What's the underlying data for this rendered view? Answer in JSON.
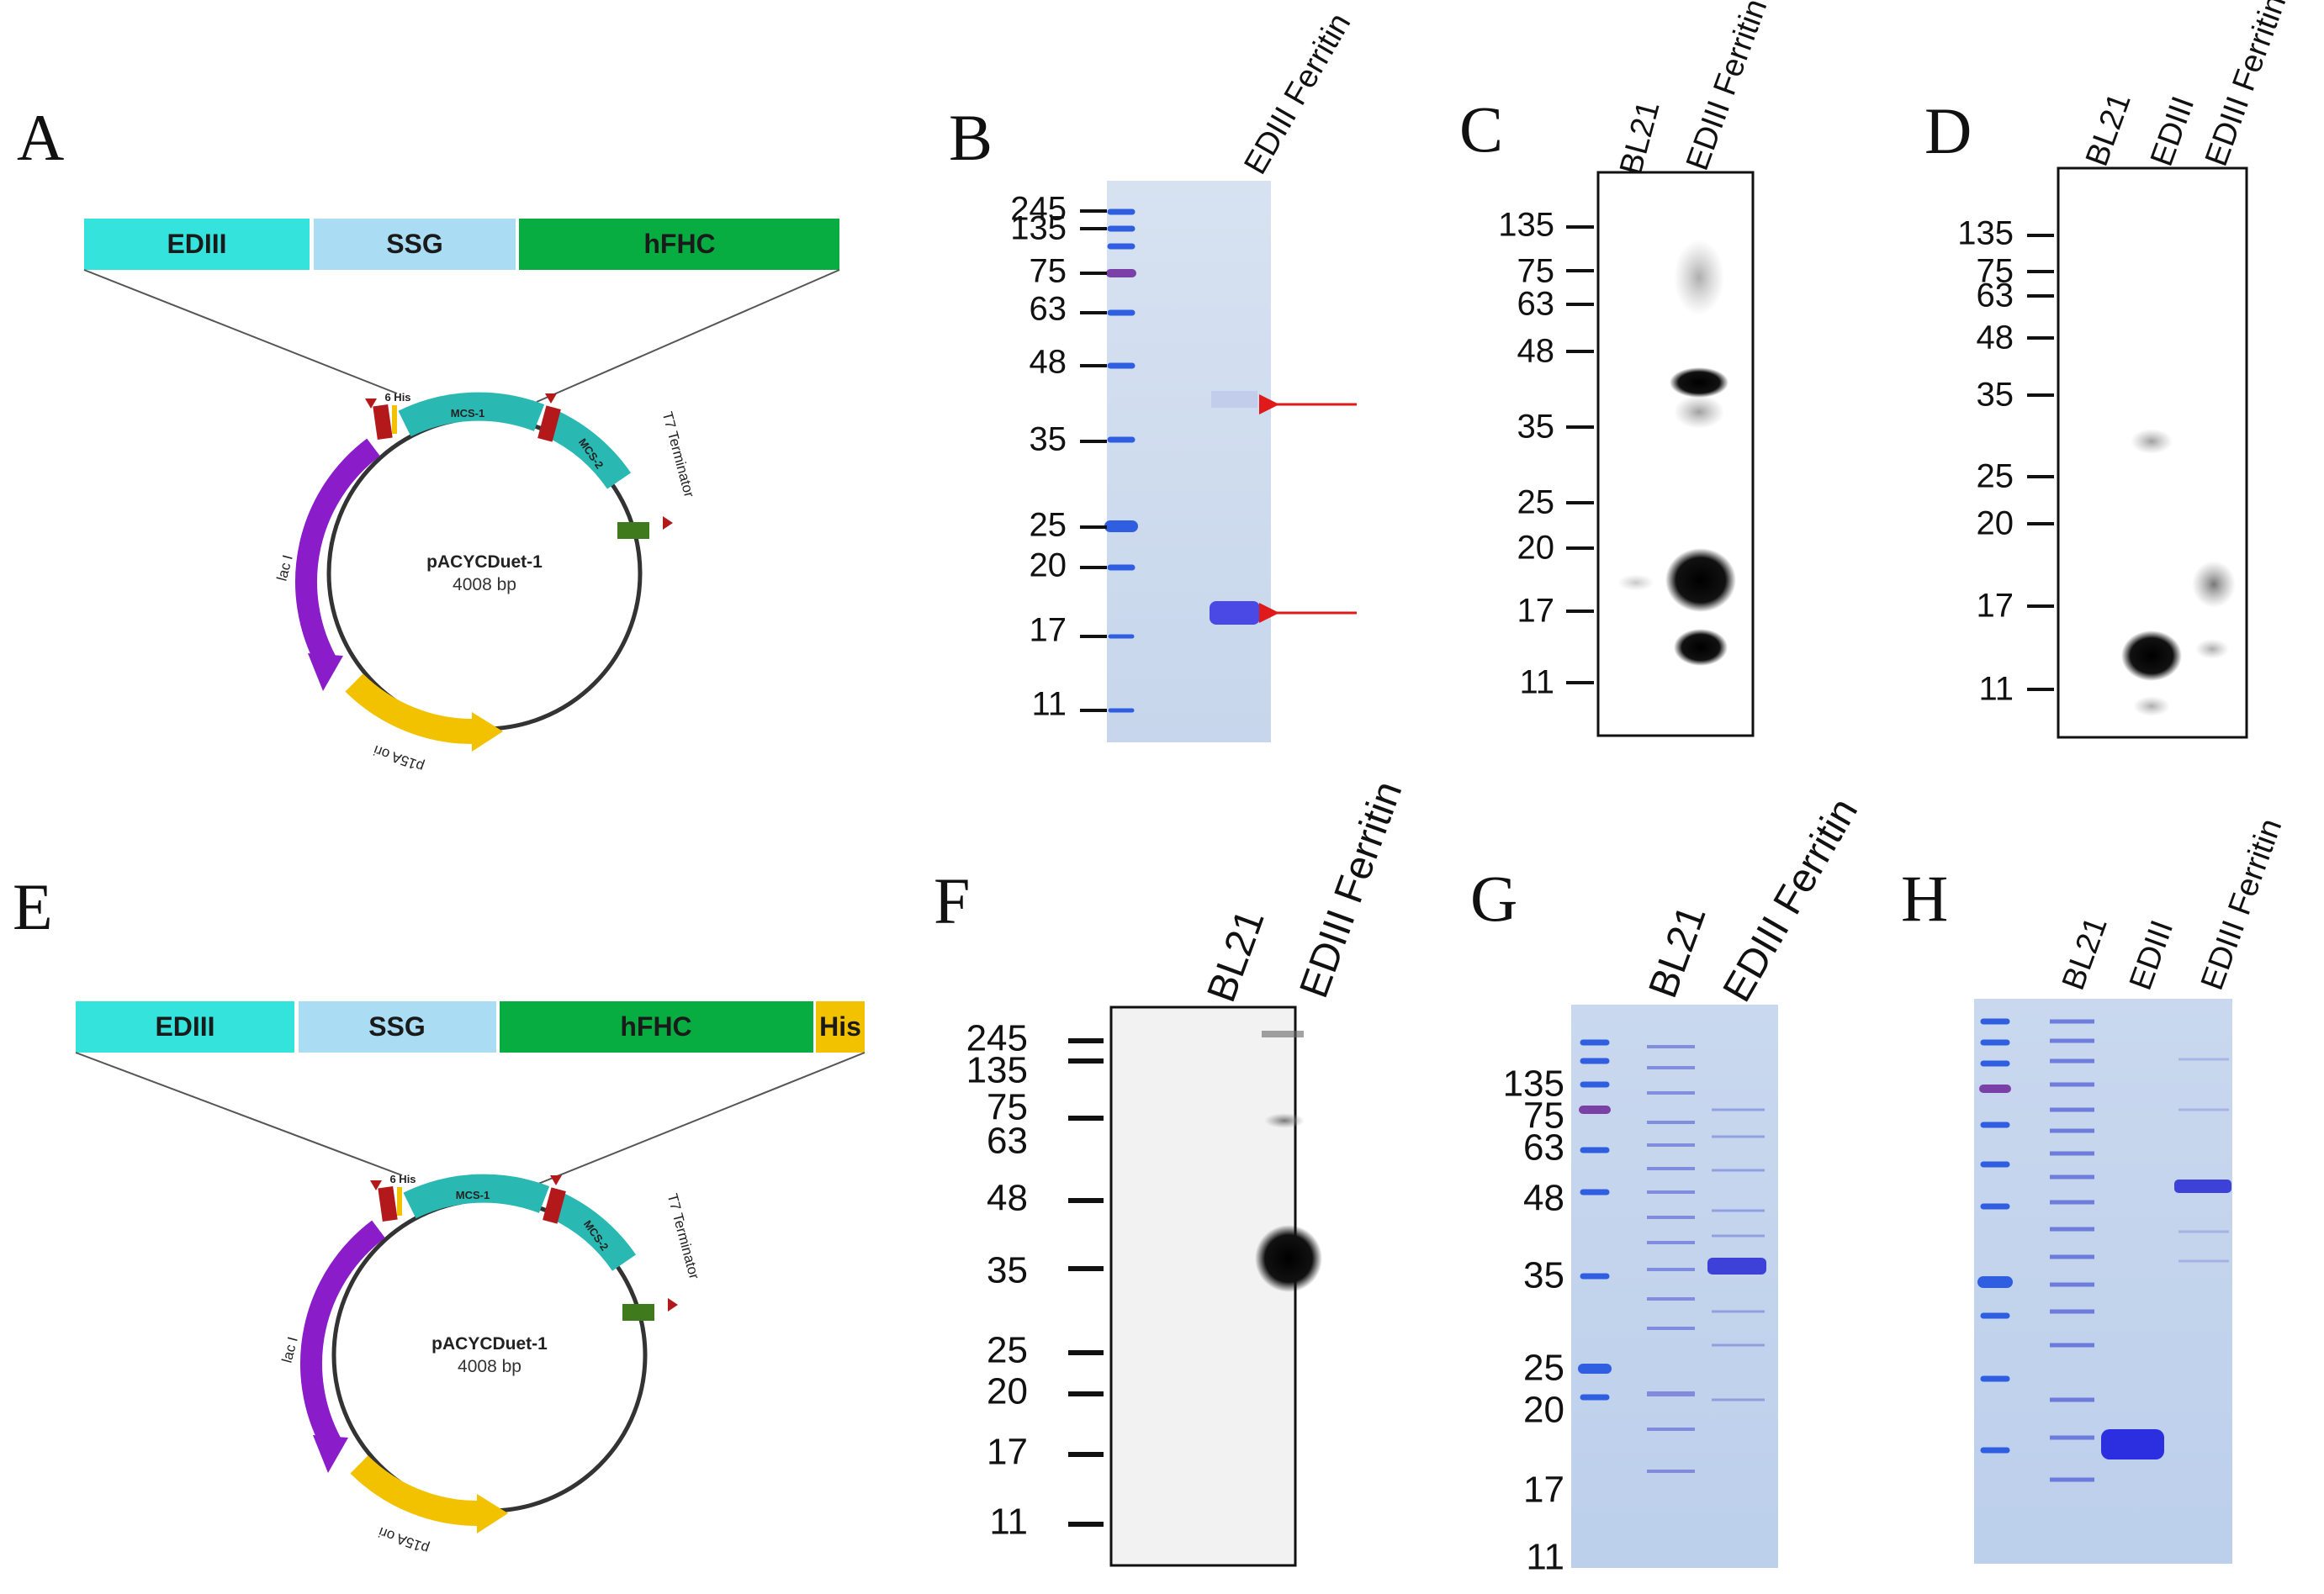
{
  "panels": {
    "A": {
      "letter": "A",
      "construct": [
        "EDIII",
        "SSG",
        "hFHC"
      ],
      "plasmid": {
        "name": "pACYCDuet-1",
        "size": "4008 bp",
        "features": {
          "mcs1": "MCS-1",
          "mcs2": "MCS-2",
          "his": "6 His",
          "laci": "lac I",
          "ori": "p15A ori",
          "t7": "T7 Terminator"
        }
      }
    },
    "B": {
      "letter": "B",
      "lanes": [
        "EDIII Ferritin"
      ],
      "markers": [
        "245",
        "135",
        "75",
        "63",
        "48",
        "35",
        "25",
        "20",
        "17",
        "11"
      ]
    },
    "C": {
      "letter": "C",
      "lanes": [
        "BL21",
        "EDIII Ferritin"
      ],
      "markers": [
        "135",
        "75",
        "63",
        "48",
        "35",
        "25",
        "20",
        "17",
        "11"
      ]
    },
    "D": {
      "letter": "D",
      "lanes": [
        "BL21",
        "EDIII",
        "EDIII Ferritin"
      ],
      "markers": [
        "135",
        "75",
        "63",
        "48",
        "35",
        "25",
        "20",
        "17",
        "11"
      ]
    },
    "E": {
      "letter": "E",
      "construct": [
        "EDIII",
        "SSG",
        "hFHC",
        "His"
      ],
      "plasmid": {
        "name": "pACYCDuet-1",
        "size": "4008 bp",
        "features": {
          "mcs1": "MCS-1",
          "mcs2": "MCS-2",
          "his": "6 His",
          "laci": "lac I",
          "ori": "p15A ori",
          "t7": "T7 Terminator"
        }
      }
    },
    "F": {
      "letter": "F",
      "lanes": [
        "BL21",
        "EDIII Ferritin"
      ],
      "markers": [
        "245",
        "135",
        "75",
        "63",
        "48",
        "35",
        "25",
        "20",
        "17",
        "11"
      ]
    },
    "G": {
      "letter": "G",
      "lanes": [
        "BL21",
        "EDIII Ferritin"
      ],
      "markers": [
        "135",
        "75",
        "63",
        "48",
        "35",
        "25",
        "20",
        "17",
        "11"
      ]
    },
    "H": {
      "letter": "H",
      "lanes": [
        "BL21",
        "EDIII",
        "EDIII Ferritin"
      ]
    }
  },
  "colors": {
    "edIII": "#33e3dc",
    "ssg": "#aadcf4",
    "hfhc": "#08ad42",
    "his": "#f2c200",
    "laci": "#8a1cc9",
    "ori": "#f2c200",
    "mcs": "#2ab8b2",
    "site": "#b3191b",
    "terminator": "#3f7a1c",
    "coomassie": "#cddcef",
    "ladder": "#2f5fe0",
    "arrow": "#e0191b"
  }
}
